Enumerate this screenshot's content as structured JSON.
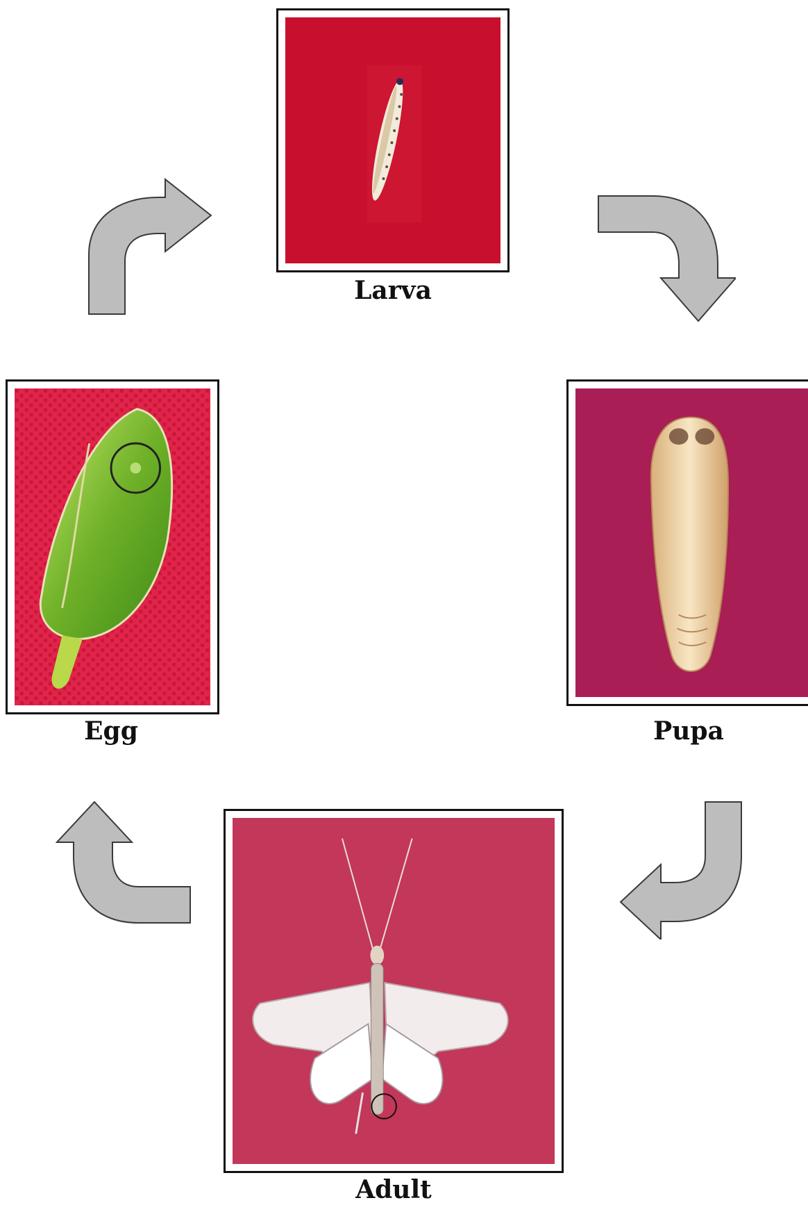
{
  "stages": {
    "larva": {
      "label": "Larva"
    },
    "pupa": {
      "label": "Pupa"
    },
    "adult": {
      "label": "Adult"
    },
    "egg": {
      "label": "Egg"
    }
  },
  "colors": {
    "larva_bg": "#c8102e",
    "pupa_bg": "#a81e55",
    "adult_bg": "#c2375a",
    "egg_bg": "#e0244a",
    "arrow_fill": "#bdbdbd",
    "arrow_stroke": "#3a3a3a"
  },
  "cycle_order": [
    "Egg",
    "Larva",
    "Pupa",
    "Adult"
  ]
}
